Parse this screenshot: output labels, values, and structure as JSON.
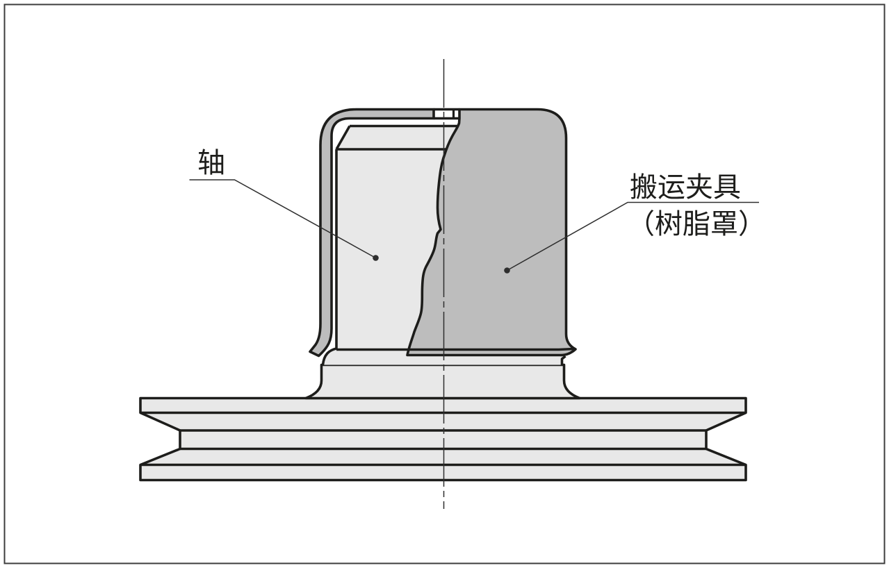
{
  "labels": {
    "shaft": "轴",
    "jig_line1": "搬运夹具",
    "jig_line2": "（树脂罩）"
  },
  "colors": {
    "outline": "#1d1d1b",
    "thin_line": "#2e2e2e",
    "cover_gray": "#bdbdbd",
    "part_light_gray": "#e8e8e8",
    "frame_border": "#3d3d3d",
    "background": "#ffffff"
  }
}
